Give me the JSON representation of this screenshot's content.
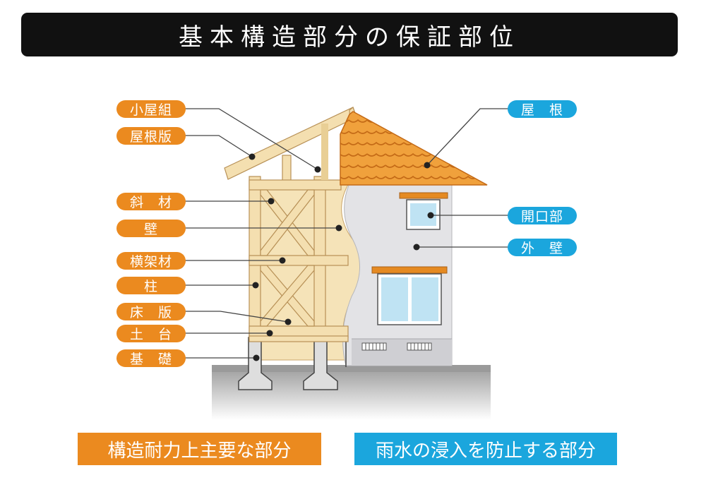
{
  "title": "基本構造部分の保証部位",
  "left_labels": [
    {
      "key": "koyagumi",
      "text": "小屋組"
    },
    {
      "key": "yaneban",
      "text": "屋根版"
    },
    {
      "key": "shazai",
      "text": "斜　材"
    },
    {
      "key": "kabe",
      "text": "壁"
    },
    {
      "key": "yokogazai",
      "text": "横架材"
    },
    {
      "key": "hashira",
      "text": "柱"
    },
    {
      "key": "yukaban",
      "text": "床　版"
    },
    {
      "key": "dodai",
      "text": "土　台"
    },
    {
      "key": "kiso",
      "text": "基　礎"
    }
  ],
  "right_labels": [
    {
      "key": "yane",
      "text": "屋　根"
    },
    {
      "key": "kaikoubu",
      "text": "開口部"
    },
    {
      "key": "gaiheki",
      "text": "外　壁"
    }
  ],
  "legend": {
    "structural": "構造耐力上主要な部分",
    "rainwater": "雨水の浸入を防止する部分"
  },
  "colors": {
    "structural": "#eb8a1f",
    "rainwater": "#1ba6dd",
    "wood": "#f4dfb0",
    "wood_stroke": "#b79056",
    "roof_tile": "#f0a13c",
    "wall": "#e3e3e6"
  }
}
